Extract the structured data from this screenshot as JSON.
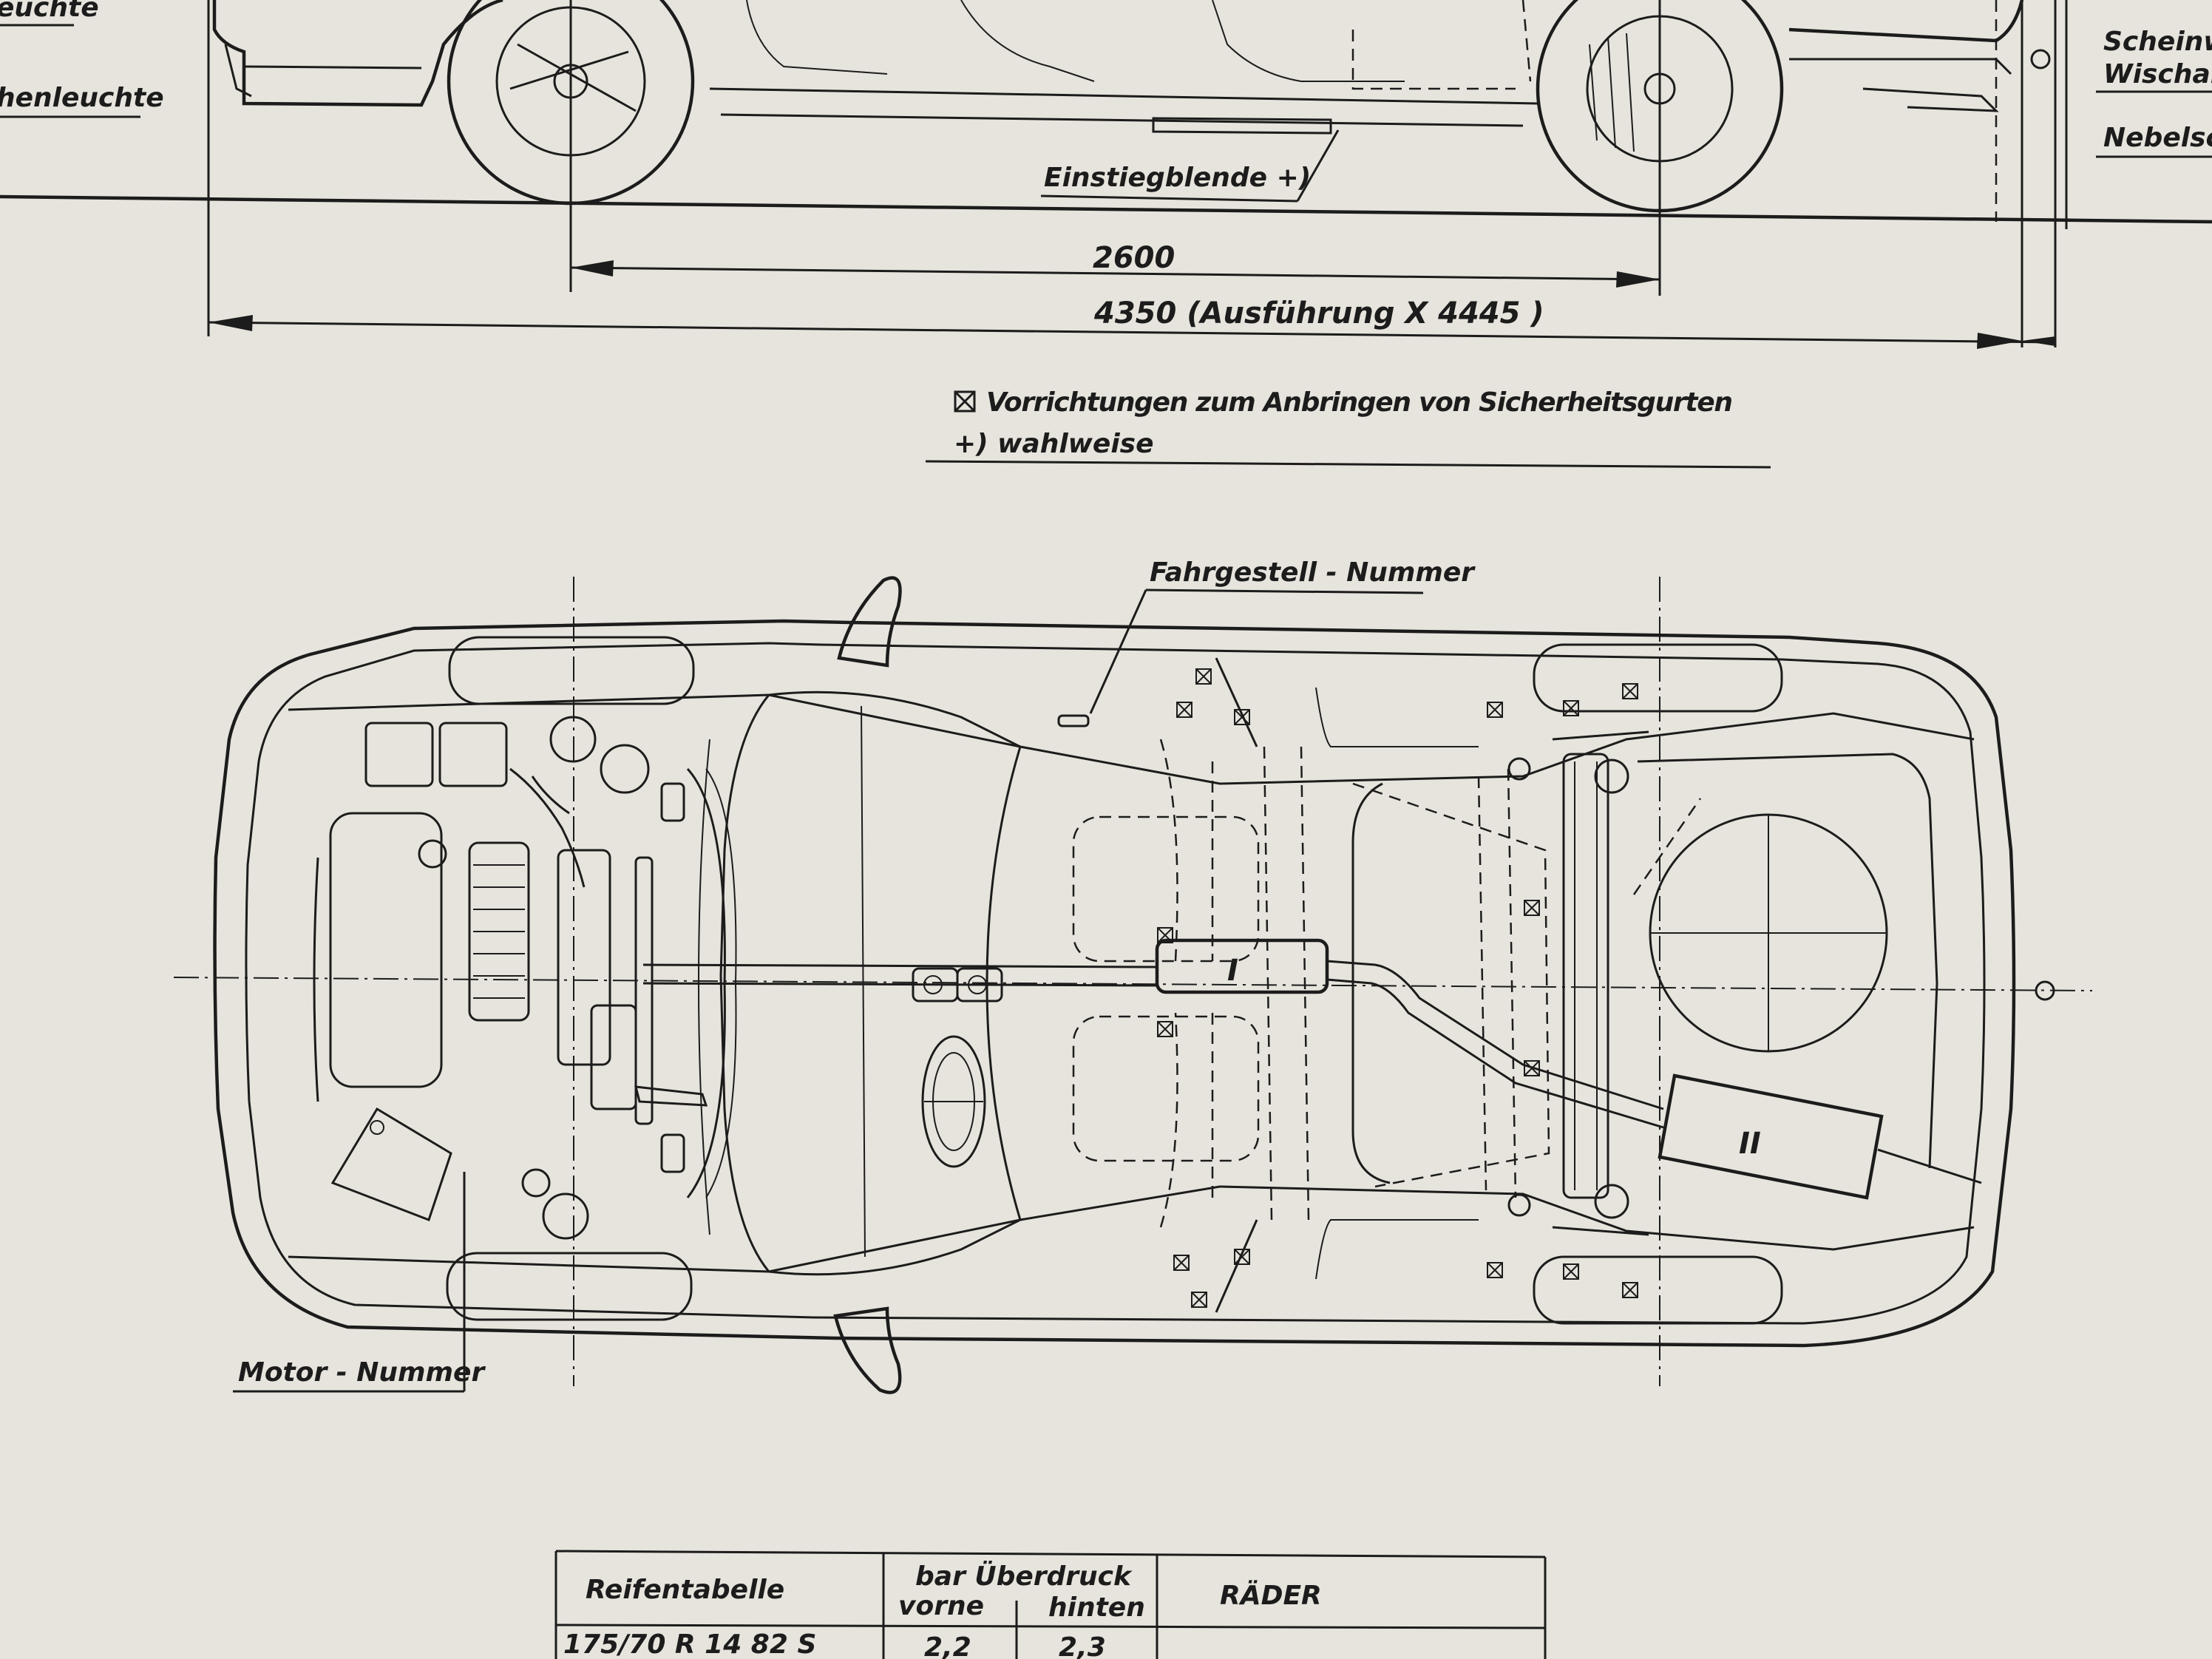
{
  "colors": {
    "paper": "#e6e4dc",
    "ink": "#1c1c1c"
  },
  "side_view": {
    "left_labels": [
      "euchte",
      "henleuchte"
    ],
    "right_labels": [
      "Scheinwe",
      "Wischanl",
      "Nebelsch"
    ],
    "einstieg_label": "Einstiegblende +)",
    "wheelbase_dimension": "2600",
    "length_dimension": "4350 (Ausführung X 4445 )"
  },
  "legend": {
    "symbol_icon": "crossed-box-icon",
    "belt_note": "Vorrichtungen zum Anbringen von Sicherheitsgurten",
    "optional_note": "+) wahlweise"
  },
  "top_view": {
    "chassis_number_label": "Fahrgestell - Nummer",
    "engine_number_label": "Motor - Nummer",
    "muffler_front_label": "I",
    "muffler_rear_label": "II"
  },
  "tire_table": {
    "title": "Reifentabelle",
    "pressure_header": "bar Überdruck",
    "front_header": "vorne",
    "rear_header": "hinten",
    "wheels_header": "RÄDER",
    "rows": [
      {
        "tire": "175/70 R 14 82 S",
        "front": "2,2",
        "rear": "2,3"
      }
    ]
  }
}
